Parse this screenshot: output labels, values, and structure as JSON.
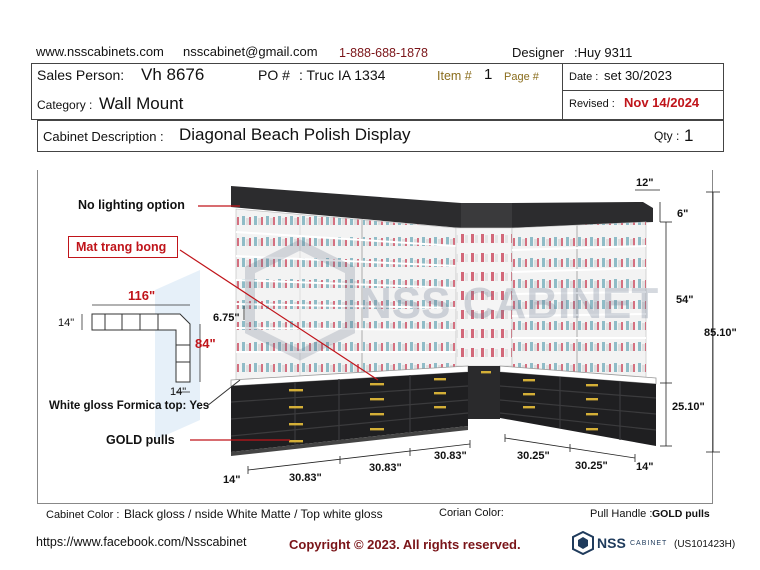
{
  "header": {
    "website": "www.nsscabinets.com",
    "email": "nsscabinet@gmail.com",
    "phone": "1-888-688-1878",
    "designer_label": "Designer",
    "designer_value": ":Huy 9311"
  },
  "form": {
    "sales_person_label": "Sales Person:",
    "sales_person_value": "Vh 8676",
    "po_label": "PO #",
    "po_value": ": Truc IA 1334",
    "item_label": "Item #",
    "item_value": "1",
    "page_label": "Page #",
    "date_label": "Date :",
    "date_value": "set 30/2023",
    "category_label": "Category :",
    "category_value": "Wall Mount",
    "revised_label": "Revised :",
    "revised_value": "Nov 14/2024",
    "cabinet_desc_label": "Cabinet Description :",
    "cabinet_desc_value": "Diagonal Beach Polish Display",
    "qty_label": "Qty :",
    "qty_value": "1"
  },
  "drawing": {
    "notes": {
      "no_lighting": "No lighting option",
      "mat_trang_bong": "Mat trang bong",
      "white_gloss_top": "White gloss Formica top: Yes",
      "gold_pulls": "GOLD pulls"
    },
    "plan_dims": {
      "top": "116\"",
      "left": "14\"",
      "right": "84\"",
      "bottom": "14\""
    },
    "dims": {
      "d12": "12\"",
      "d6": "6\"",
      "d54": "54\"",
      "d8510": "85.10\"",
      "d2510": "25.10\"",
      "d675": "6.75\"",
      "w3083a": "30.83\"",
      "w3083b": "30.83\"",
      "w3083c": "30.83\"",
      "w3025a": "30.25\"",
      "w3025b": "30.25\"",
      "d14a": "14\"",
      "d14b": "14\""
    },
    "watermark": "NSS CABINET"
  },
  "footer": {
    "cabinet_color_label": "Cabinet Color :",
    "cabinet_color_value": "Black gloss / nside White Matte / Top white gloss",
    "corian_label": "Corian Color:",
    "pull_handle_label": "Pull Handle :",
    "pull_handle_value": "GOLD pulls",
    "facebook": "https://www.facebook.com/Nsscabinet",
    "copyright": "Copyright © 2023. All rights reserved.",
    "logo_text": "NSS",
    "logo_sub": "CABINET",
    "code": "(US101423H)"
  }
}
